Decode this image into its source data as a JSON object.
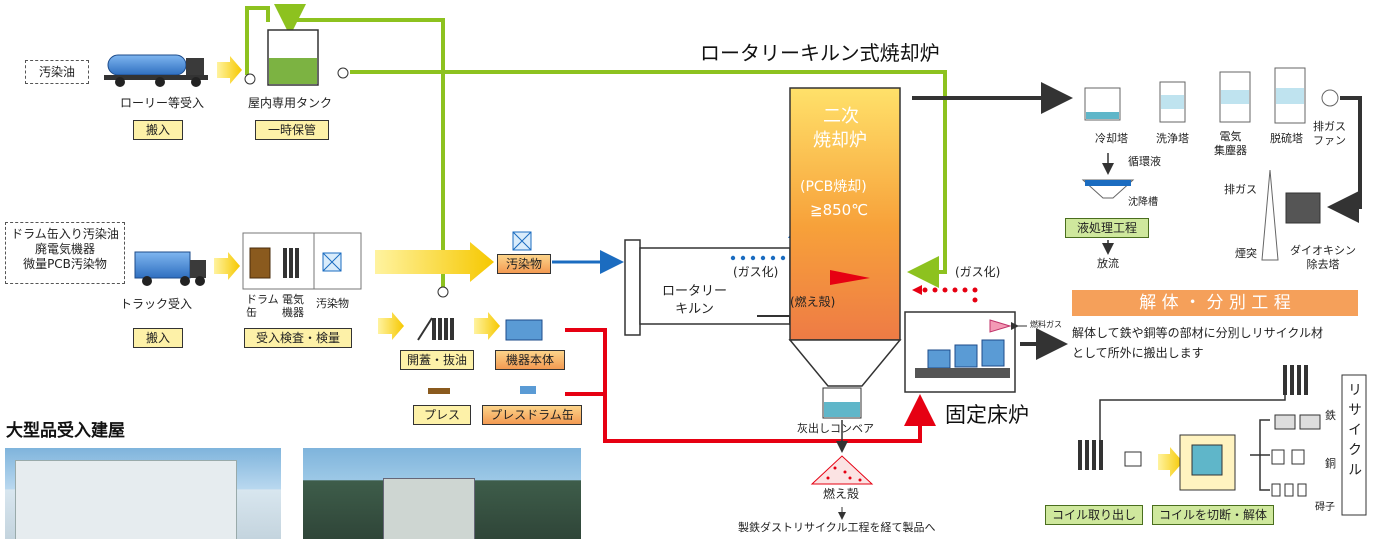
{
  "title": "ロータリーキルン式焼却炉",
  "inputs": {
    "oil_label": "汚染油",
    "lorry_label": "ローリー等受入",
    "tank_label": "屋内専用タンク",
    "drum_label_lines": [
      "ドラム缶入り汚染油",
      "廃電気機器",
      "微量PCB汚染物"
    ],
    "truck_label": "トラック受入",
    "drum_can": "ドラム\n缶",
    "electric_equipment": "電気\n機器",
    "contaminated_goods": "汚染物"
  },
  "stage_buttons": {
    "carry_in_1": "搬入",
    "temporary_storage": "一時保管",
    "carry_in_2": "搬入",
    "inspection": "受入検査・検量",
    "open_drain": "開蓋・抜油",
    "equipment_body": "機器本体",
    "press": "プレス",
    "press_drum": "プレスドラム缶",
    "contaminated_tag": "汚染物",
    "liquid_process": "液処理工程",
    "coil_removal": "コイル取り出し",
    "coil_cutting": "コイルを切断・解体"
  },
  "furnace": {
    "secondary_l1": "二次",
    "secondary_l2": "焼却炉",
    "pcb": "(PCB焼却)",
    "temp": "≧850℃",
    "rotary_kiln": "ロータリー\nキルン",
    "gasification_1": "(ガス化)",
    "gasification_2": "(ガス化)",
    "combustion_residue_tag": "(燃え殻)",
    "ash_conveyor": "灰出しコンベア",
    "residue": "燃え殻",
    "steel_dust": "製鉄ダストリサイクル工程を経て製品へ",
    "fixed_bed": "固定床炉",
    "fuel_gas": "燃料ガス"
  },
  "gas_treatment": {
    "cooling_tower": "冷却塔",
    "washing_tower": "洗浄塔",
    "electrostatic": "電気\n集塵器",
    "desulfurization": "脱硫塔",
    "exhaust_fan": "排ガス\nファン",
    "circulating": "循環液",
    "settling_tank": "沈降槽",
    "discharge": "放流",
    "exhaust_gas": "排ガス",
    "chimney": "煙突",
    "dioxin_removal": "ダイオキシン\n除去塔"
  },
  "dismantling": {
    "header": "解 体 ・ 分 別 工 程",
    "desc_l1": "解体して鉄や銅等の部材に分別しリサイクル材",
    "desc_l2": "として所外に搬出します",
    "iron": "鉄",
    "copper": "銅",
    "insulator": "碍子",
    "recycle": "リサイクル"
  },
  "building": {
    "title": "大型品受入建屋"
  },
  "colors": {
    "green_line": "#8dc21f",
    "red_line": "#e60012",
    "blue_line": "#1b6cc0",
    "dark_line": "#333333",
    "yellow_arrow": "#f6c800",
    "dismantle_header": "#f5a05a"
  }
}
